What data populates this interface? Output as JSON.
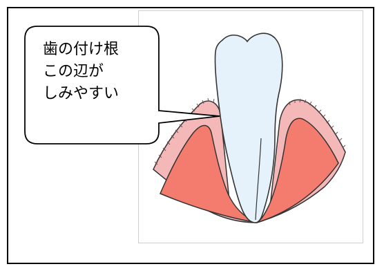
{
  "callout": {
    "lines": [
      "歯の付け根",
      "この辺が",
      "しみやすい"
    ]
  },
  "colors": {
    "gum_light": "#f4b8b8",
    "gum_dark": "#f47c6e",
    "tooth": "#e6f2fb",
    "outline": "#333333",
    "frame": "#000000",
    "illustration_border": "#cfcfcf"
  },
  "icons": {
    "tooth": "tooth-illustration",
    "gums": "gum-illustration"
  }
}
